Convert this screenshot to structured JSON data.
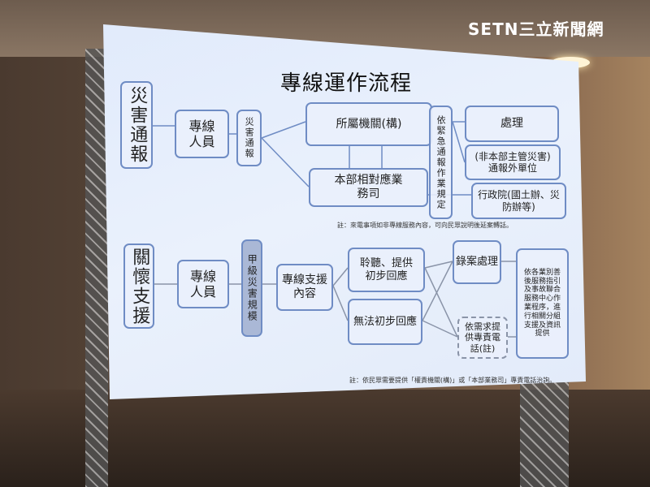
{
  "logo": "SETN三立新聞網",
  "slide": {
    "title": "專線運作流程",
    "section1": {
      "label": "災害通報",
      "staff": "專線人員",
      "report": "災害通報",
      "agency": "所屬機關(構)",
      "dept": "本部相對應業務司",
      "rule": "依緊急通報作業規定",
      "handle": "處理",
      "external": "(非本部主管災害)通報外單位",
      "executive": "行政院(國土辦、災防辦等)",
      "note": "註：來電事項如非專線服務內容，可向民眾說明後延案轉話。"
    },
    "section2": {
      "label": "關懷支援",
      "staff": "專線人員",
      "scale": "甲級災害規模",
      "content": "專線支援內容",
      "listen": "聆聽、提供初步回應",
      "cannot": "無法初步回應",
      "record": "錄案處理",
      "phone": "依需求提供專責電話(註)",
      "guide": "依各業別善後服務指引及事故聯合服務中心作業程序，進行相關分組支援及資訊提供",
      "note": "註：依民眾需要提供「權責機關(構)」或「本部業務司」專責電話治詢。"
    }
  }
}
